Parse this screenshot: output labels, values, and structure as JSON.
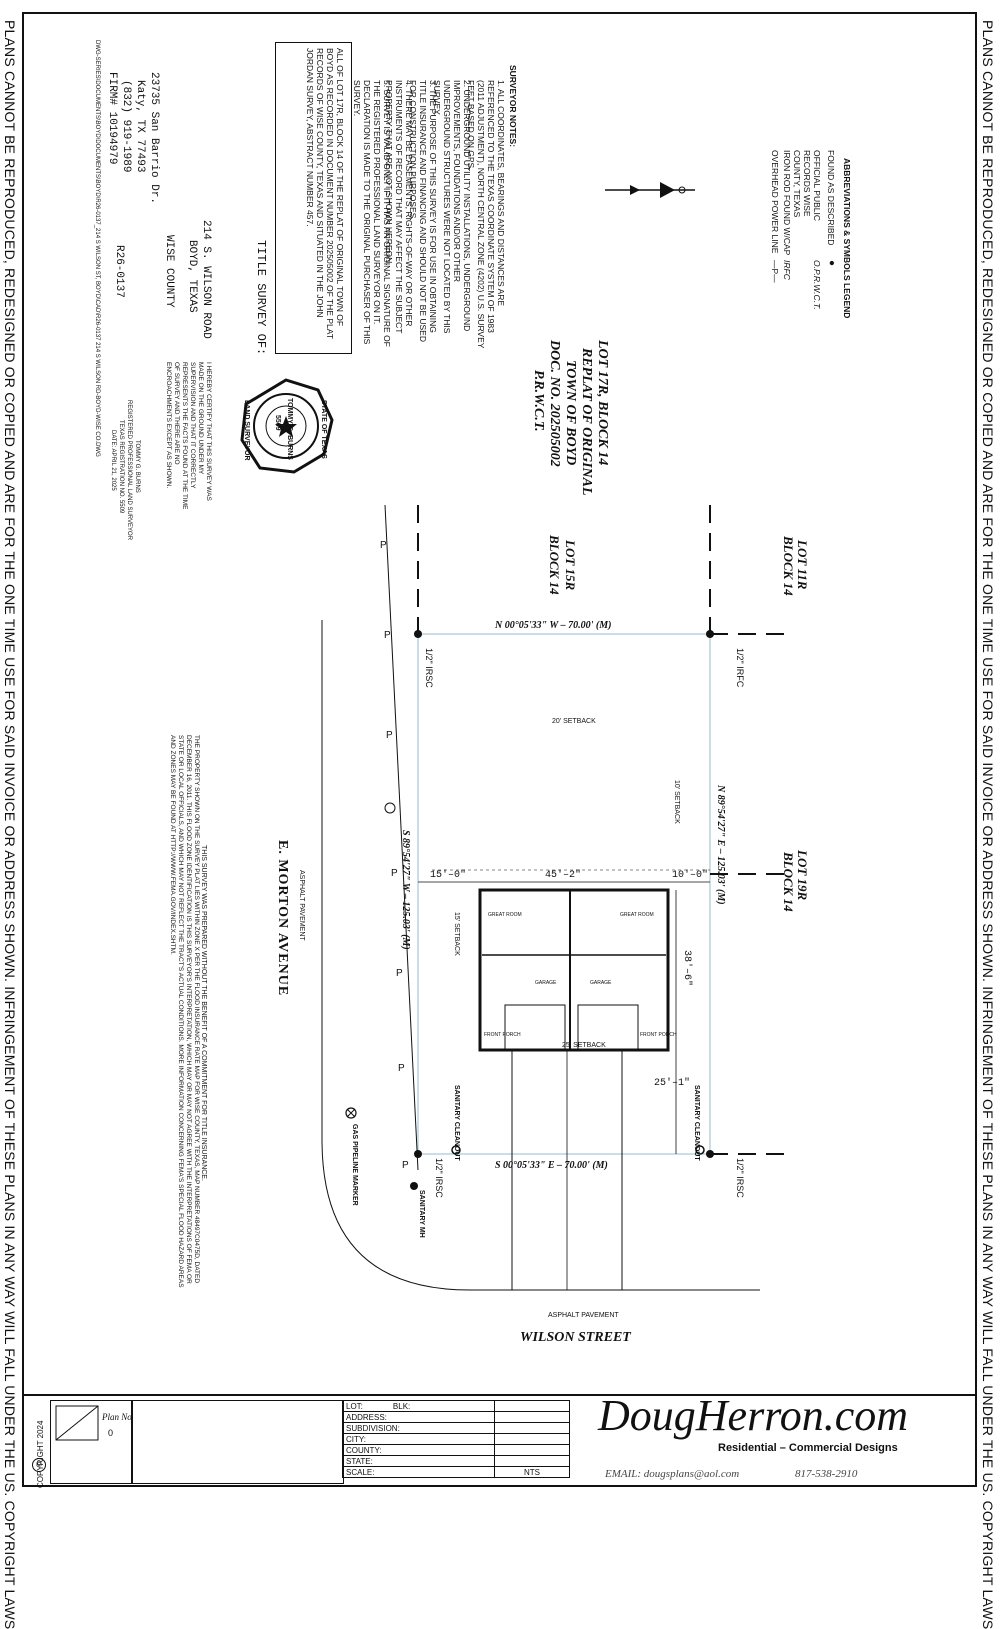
{
  "border": {
    "notice": "PLANS CANNOT BE REPRODUCED, REDESIGNED OR COPIED AND ARE FOR THE ONE TIME USE FOR SAID INVOICE OR ADDRESS SHOWN. INFRINGEMENT OF THESE PLANS IN ANY WAY WILL FALL UNDER THE US. COPYRIGHT LAWS",
    "copyright": "COPYRIGHT 2024"
  },
  "legend": {
    "title": "ABBREVIATIONS & SYMBOLS LEGEND",
    "items": [
      {
        "label": "FOUND AS DESCRIBED",
        "abbr": "●"
      },
      {
        "label": "OFFICIAL PUBLIC RECORDS WISE COUNTY, TEXAS",
        "abbr": "O.P.R.W.C.T."
      },
      {
        "label": "IRON ROD FOUND W/CAP",
        "abbr": "IRFC"
      },
      {
        "label": "OVERHEAD POWER LINE",
        "abbr": "—P—"
      }
    ]
  },
  "surveyor_notes": {
    "title": "SURVEYOR NOTES:",
    "items": [
      "1. ALL COORDINATES, BEARINGS AND DISTANCES ARE REFERENCED TO THE TEXAS COORDINATE SYSTEM OF 1983 (2011 ADJUSTMENT), NORTH CENTRAL ZONE (4202) U.S. SURVEY FEET BASED ON GPS.",
      "2. UNDERGROUND UTILITY INSTALLATIONS, UNDERGROUND IMPROVEMENTS, FOUNDATIONS AND/OR OTHER UNDERGROUND STRUCTURES WERE NOT LOCATED BY THIS SURVEY.",
      "3. THE PURPOSE OF THIS SURVEY IS FOR USE IN OBTAINING TITLE INSURANCE AND FINANCING AND SHOULD NOT BE USED FOR CONSTRUCTION PURPOSES.",
      "4. THERE MAY BE EASEMENTS, RIGHTS-OF-WAY OR OTHER INSTRUMENTS OF RECORD THAT MAY AFFECT THE SUBJECT PROPERTY THAT ARE NOT SHOWN HEREON.",
      "5. SURVEY IS VALID ONLY IF IT HAS AN ORIGINAL SIGNATURE OF THE REGISTERED PROFESSIONAL LAND SURVEYOR ON IT. DECLARATION IS MADE TO THE ORIGINAL PURCHASER OF THIS SURVEY."
    ]
  },
  "legal_description": "ALL OF LOT 17R, BLOCK 14 OF THE REPLAT OF ORIGINAL TOWN OF BOYD AS RECORDED IN DOCUMENT NUMBER 202505002 OF THE PLAT RECORDS OF WISE COUNTY, TEXAS AND SITUATED IN THE JOHN JORDAN SURVEY, ABSTRACT NUMBER 457.",
  "title_survey": {
    "heading": "TITLE SURVEY OF:",
    "address1": "214 S. WILSON ROAD",
    "address2": "BOYD, TEXAS",
    "county": "WISE COUNTY",
    "job": "R26-0137"
  },
  "surveyor_firm": {
    "address1": "23735 San Barrio Dr.",
    "address2": "Katy, TX 77493",
    "phone": "(832) 919-1989",
    "firm": "FIRM# 10194979"
  },
  "file_path": "DWG-SERIES\\DOCUMENTS\\BOYD\\DOCUMENTS\\BOYD\\R26-0137_214 S WILSON ST, BOYD\\CAD\\R26-0137 214 S WILSON RD-BOYD-WISE CO.DWG",
  "certification": {
    "text": "I HEREBY CERTIFY THAT THIS SURVEY WAS MADE ON THE GROUND UNDER MY SUPERVISION AND THAT IT CORRECTLY REPRESENTS THE FACTS FOUND AT THE TIME OF SURVEY AND THERE ARE NO ENCROACHMENTS EXCEPT AS SHOWN.",
    "name": "TOMMY G. BURNS",
    "title": "REGISTERED PROFESSIONAL LAND SURVEYOR",
    "reg": "TEXAS REGISTRATION NO. 5509",
    "date": "DATE: APRIL 21, 2025"
  },
  "seal": {
    "state": "STATE OF TEXAS",
    "name": "TOMMY G. BURNS",
    "number": "5509",
    "role": "LAND SURVEYOR"
  },
  "plat": {
    "subject_lot": [
      "LOT 17R, BLOCK 14",
      "REPLAT OF ORIGINAL",
      "TOWN OF BOYD",
      "DOC. NO. 202505002",
      "P.R.W.C.T."
    ],
    "lot_15r": [
      "LOT 15R",
      "BLOCK 14"
    ],
    "lot_11r": [
      "LOT 11R",
      "BLOCK 14"
    ],
    "lot_19r": [
      "LOT 19R",
      "BLOCK 14"
    ],
    "bearing_top": "N 00°05'33\" W – 70.00' (M)",
    "bearing_bottom": "S 00°05'33\" E – 70.00' (M)",
    "bearing_left": "S 89°54'27\" W – 125.03' (M)",
    "bearing_right": "N 89°54'27\" E – 125.03' (M)",
    "corner_tl": "1/2\" IRSC",
    "corner_tr": "1/2\" IRFC",
    "corner_bl": "1/2\" IRSC",
    "corner_br": "1/2\" IRSC",
    "setback_20": "20' SETBACK",
    "setback_10": "10' SETBACK",
    "setback_15": "15' SETBACK",
    "setback_25": "25' SETBACK",
    "dim_15": "15'–0\"",
    "dim_45": "45'–2\"",
    "dim_10": "10'–0\"",
    "dim_38": "38'–6\"",
    "dim_25": "25'–1\"",
    "sanitary_cleanout_left": "SANITARY CLEANOUT",
    "sanitary_cleanout_right": "SANITARY CLEANOUT",
    "gas_marker": "GAS PIPELINE MARKER",
    "sanitary_mh": "SANITARY MH",
    "street_left": "E. MORTON AVENUE",
    "pavement_left": "ASPHALT PAVEMENT",
    "street_bottom": "WILSON STREET",
    "pavement_bottom": "ASPHALT PAVEMENT",
    "power_label": "P",
    "rooms": [
      "GREAT ROOM",
      "GREAT ROOM",
      "GARAGE",
      "GARAGE",
      "FRONT PORCH",
      "FRONT PORCH"
    ]
  },
  "notes_center": {
    "commitment": "THIS SURVEY WAS PREPARED WITHOUT THE BENEFIT OF A COMMITMENT FOR TITLE INSURANCE.",
    "flood": "THE PROPERTY SHOWN ON THE SURVEY PLAT LIES WITHIN ZONE X PER THE FLOOD INSURANCE RATE MAP FOR WISE COUNTY, TEXAS, MAP NUMBER 48497C0475D, DATED DECEMBER 16, 2011. THIS FLOOD ZONE IDENTIFICATION IS THIS SURVEYOR'S INTERPRETATION, WHICH MAY OR MAY NOT AGREE WITH THE INTERPRETATIONS OF FEMA OR STATE OR LOCAL OFFICIALS, AND WHICH MAY NOT REFLECT THE TRACT'S ACTUAL CONDITIONS. MORE INFORMATION CONCERNING FEMA'S SPECIAL FLOOD HAZARD AREAS AND ZONES MAY BE FOUND AT HTTP://WWW.FEMA.GOV/INDEX.SHTM."
  },
  "title_block": {
    "fields": [
      "LOT:",
      "ADDRESS:",
      "SUBDIVISION:",
      "CITY:",
      "COUNTY:",
      "STATE:",
      "SCALE:"
    ],
    "blk": "BLK:",
    "scale_value": "NTS",
    "plan_no_label": "Plan No",
    "plan_no": "0",
    "brand": "DougHerron.com",
    "tagline": "Residential – Commercial Designs",
    "email": "EMAIL: dougsplans@aol.com",
    "phone": "817-538-2910"
  }
}
